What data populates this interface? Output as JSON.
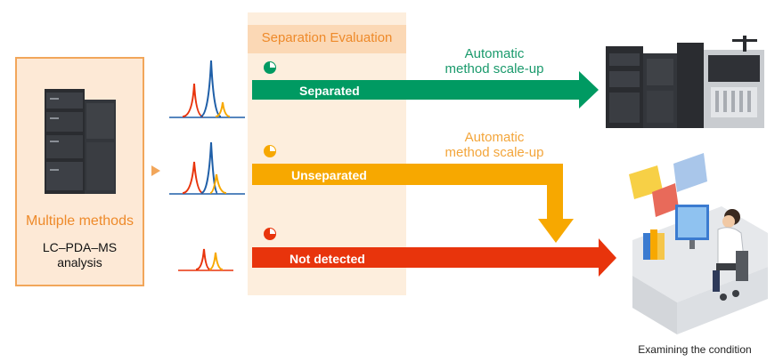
{
  "left_panel": {
    "title": "Multiple methods",
    "subtitle_line1": "LC–PDA–MS",
    "subtitle_line2": "analysis"
  },
  "evaluation": {
    "title": "Separation Evaluation"
  },
  "rows": [
    {
      "label": "Separated",
      "color": "#009a62",
      "outcome": "Automatic method scale-up"
    },
    {
      "label": "Unseparated",
      "color": "#f7a800",
      "outcome": "Automatic method scale-up"
    },
    {
      "label": "Not detected",
      "color": "#e8340c",
      "outcome": "Examining the condition"
    }
  ],
  "scaleup": {
    "line1": "Automatic",
    "line2": "method scale-up"
  },
  "examining": "Examining the condition",
  "colors": {
    "orange": "#f2a65a",
    "green": "#009a62",
    "yellow": "#f7a800",
    "red": "#e8340c",
    "blue": "#1f5fa8"
  }
}
